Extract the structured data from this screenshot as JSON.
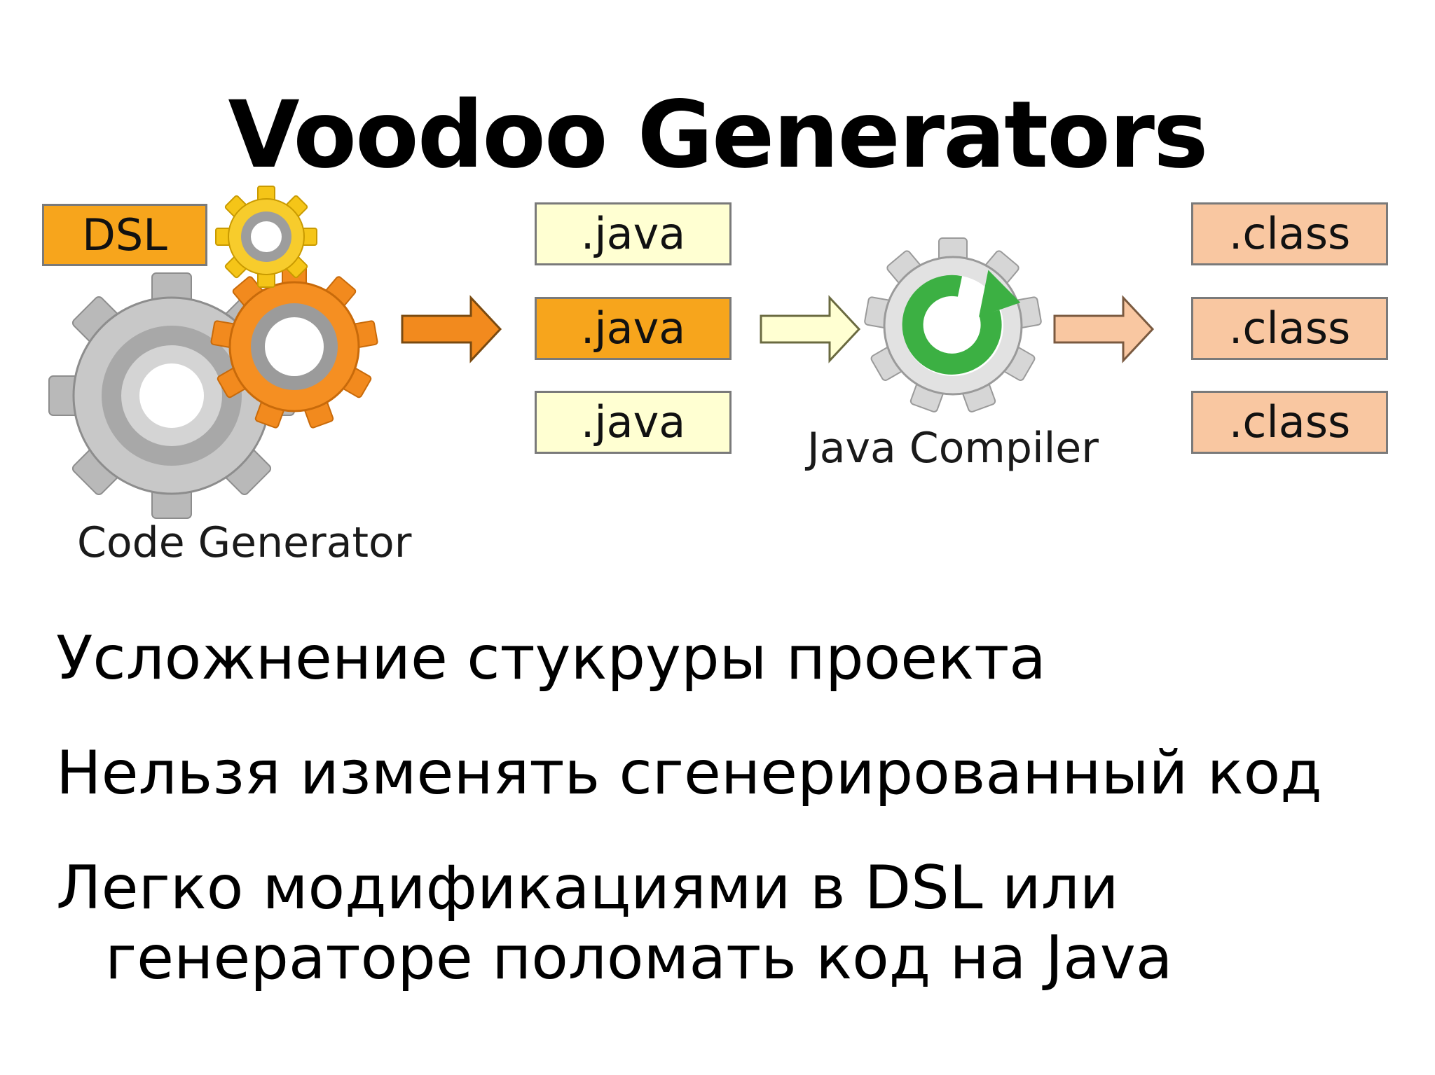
{
  "slide": {
    "title": "Voodoo Generators"
  },
  "diagram": {
    "dsl_label": "DSL",
    "java_files": [
      ".java",
      ".java",
      ".java"
    ],
    "class_files": [
      ".class",
      ".class",
      ".class"
    ],
    "code_generator_caption": "Code Generator",
    "java_compiler_caption": "Java Compiler",
    "icons": [
      "gears-icon",
      "compiler-gear-icon",
      "arrow-right-icon"
    ],
    "colors": {
      "orange": "#f7a51c",
      "light_yellow": "#ffffd2",
      "peach": "#f9c7a1",
      "gear_gray": "#b9b9b9",
      "gear_orange": "#f28a1e",
      "gear_yellow": "#f5c518",
      "refresh_green": "#3cb043"
    }
  },
  "bullets": {
    "item1": "Усложнение стукруры проекта",
    "item2": "Нельзя изменять сгенерированный код",
    "item3_line1": "Легко модификациями в DSL или",
    "item3_line2": "генераторе поломать код на Java"
  }
}
